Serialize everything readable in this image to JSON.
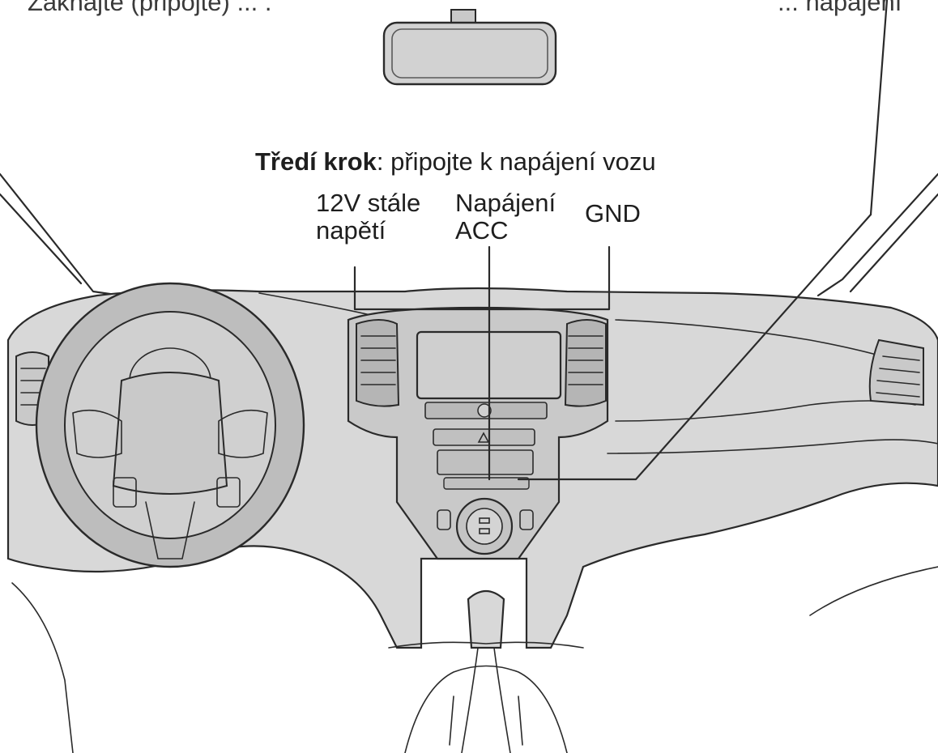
{
  "labels": {
    "top_left_partial": "Zaknajte (připojte) ... .",
    "top_right_partial": "... napájení",
    "step3_bold": "Tředí krok",
    "step3_rest": ": připojte k napájení vozu",
    "constant_12v_line1": "12V stále",
    "constant_12v_line2": "napětí",
    "acc_line1": "Napájení",
    "acc_line2": "ACC",
    "gnd": "GND"
  },
  "colors": {
    "line": "#2a2a2a",
    "fill_dashboard": "#c9c9c9",
    "background": "#ffffff"
  }
}
